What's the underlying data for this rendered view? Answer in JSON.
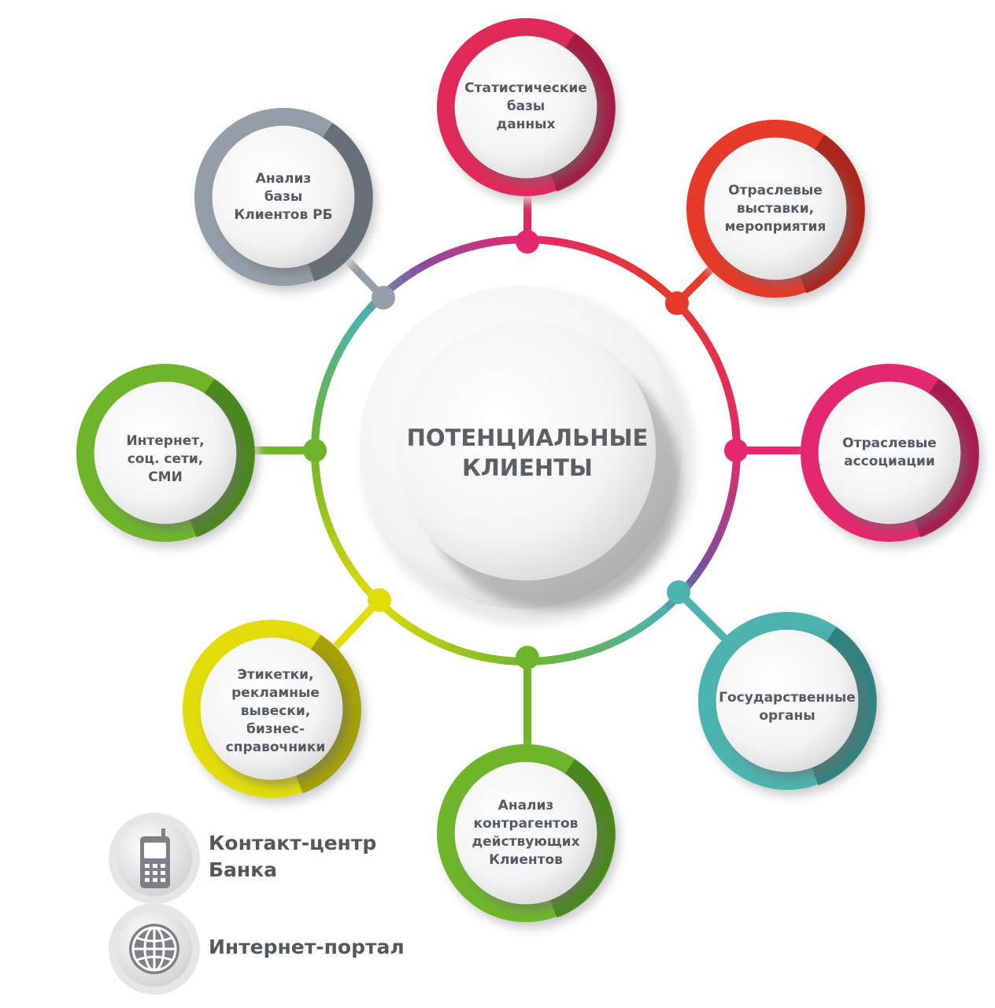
{
  "center": {
    "title": "ПОТЕНЦИАЛЬНЫЕ\nКЛИЕНТЫ"
  },
  "nodes": [
    {
      "label": "Статистические\nбазы\nданных",
      "color": "#e02a5a",
      "shade": "#9a1b3e"
    },
    {
      "label": "Отраслевые\nвыставки,\nмероприятия",
      "color": "#e53a2a",
      "shade": "#a3231b"
    },
    {
      "label": "Отраслевые\nассоциации",
      "color": "#e3286e",
      "shade": "#9c1a4b"
    },
    {
      "label": "Государственные\nорганы",
      "color": "#4cb3ae",
      "shade": "#2e7a77"
    },
    {
      "label": "Анализ\nконтрагентов\nдействующих\nКлиентов",
      "color": "#6fb52c",
      "shade": "#44801b"
    },
    {
      "label": "Этикетки,\nрекламные\nвывески,\nбизнес-\nсправочники",
      "color": "#e1dc0a",
      "shade": "#9a9605"
    },
    {
      "label": "Интернет,\nсоц. сети,\nСМИ",
      "color": "#6fb52c",
      "shade": "#44801b"
    },
    {
      "label": "Анализ\nбазы\nКлиентов РБ",
      "color": "#939ea8",
      "shade": "#5e6770"
    }
  ],
  "legend": [
    {
      "label": "Контакт-центр\nБанка",
      "icon": "mobile-phone-icon"
    },
    {
      "label": "Интернет-портал",
      "icon": "globe-icon"
    }
  ]
}
